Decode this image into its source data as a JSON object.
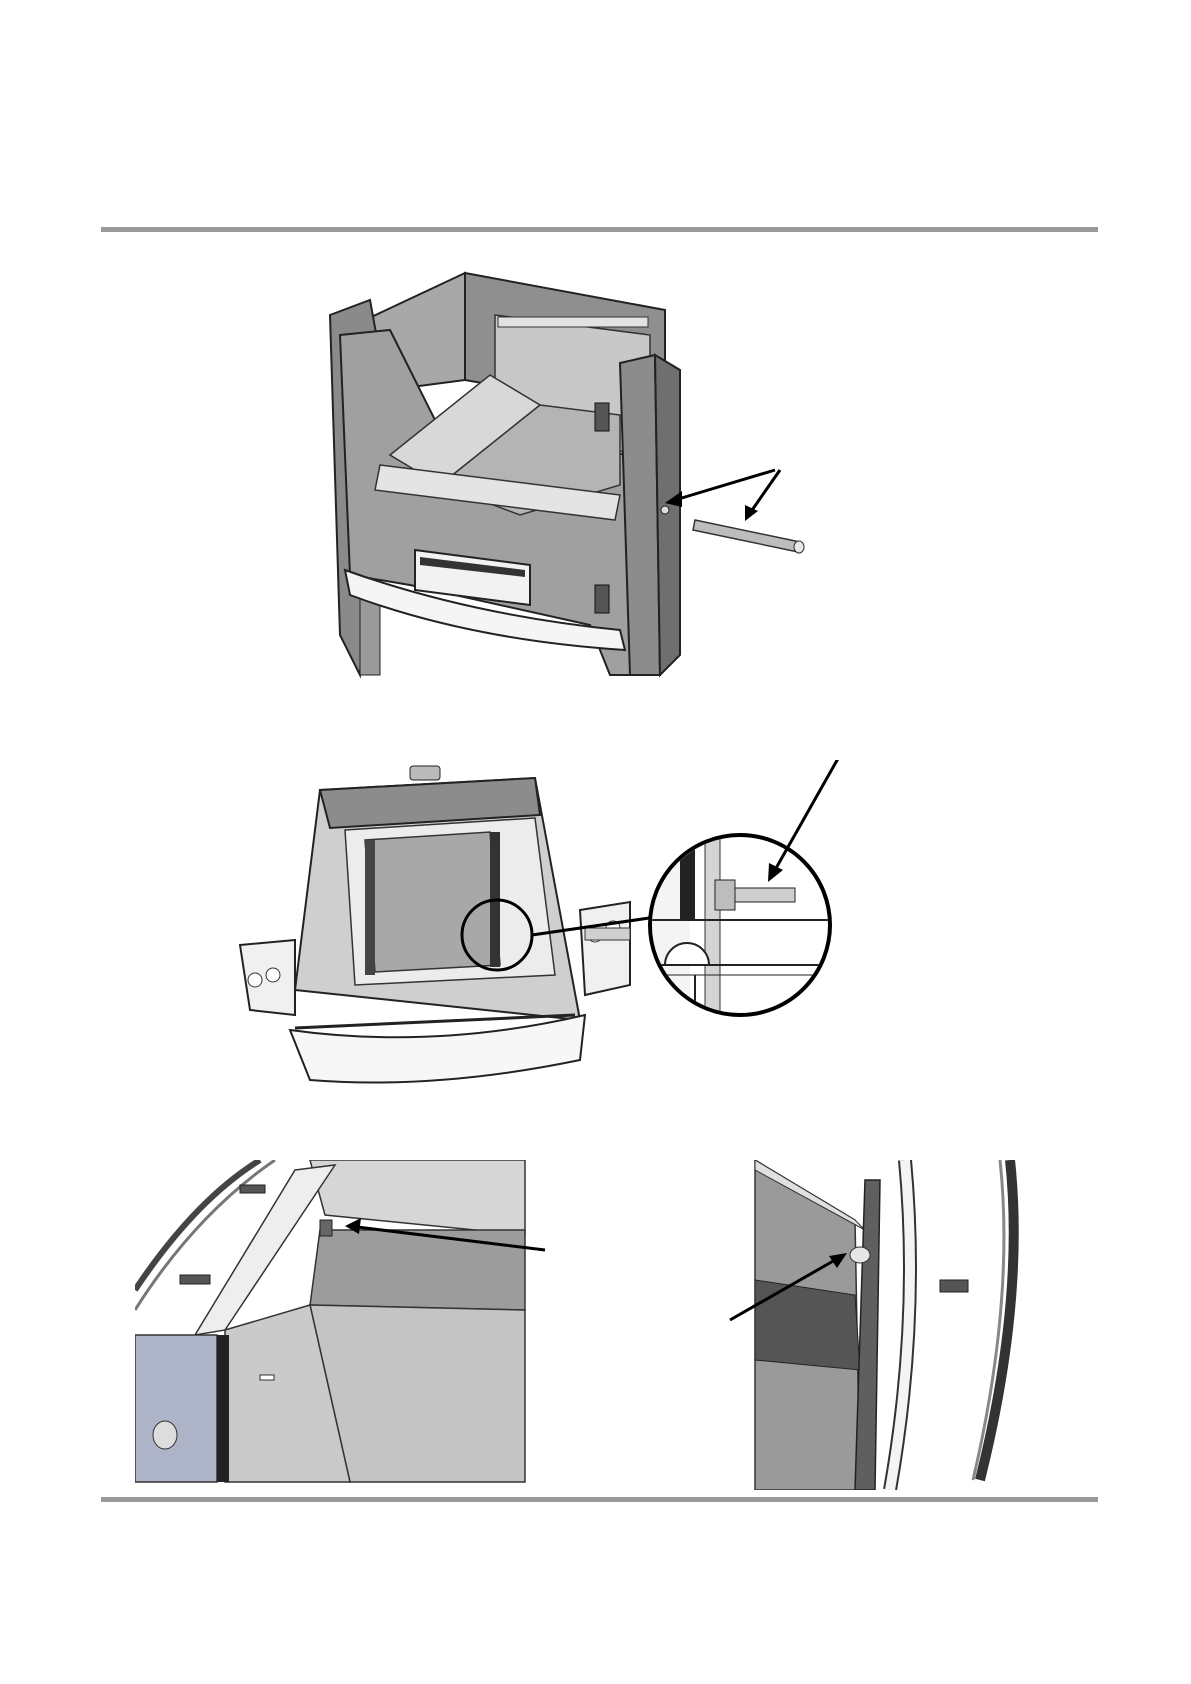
{
  "document": {
    "background": "#ffffff",
    "rule_color": "#999999",
    "figures": [
      {
        "name": "figure-top-firebox-with-rod",
        "icon": "stove-insert-with-rod-illustration"
      },
      {
        "name": "figure-middle-firebox-with-detail",
        "icon": "stove-insert-top-view-with-magnified-detail"
      },
      {
        "name": "figure-bottom-left-bracket",
        "icon": "bracket-closeup-left-illustration"
      },
      {
        "name": "figure-bottom-right-bracket",
        "icon": "bracket-closeup-right-illustration"
      }
    ]
  }
}
